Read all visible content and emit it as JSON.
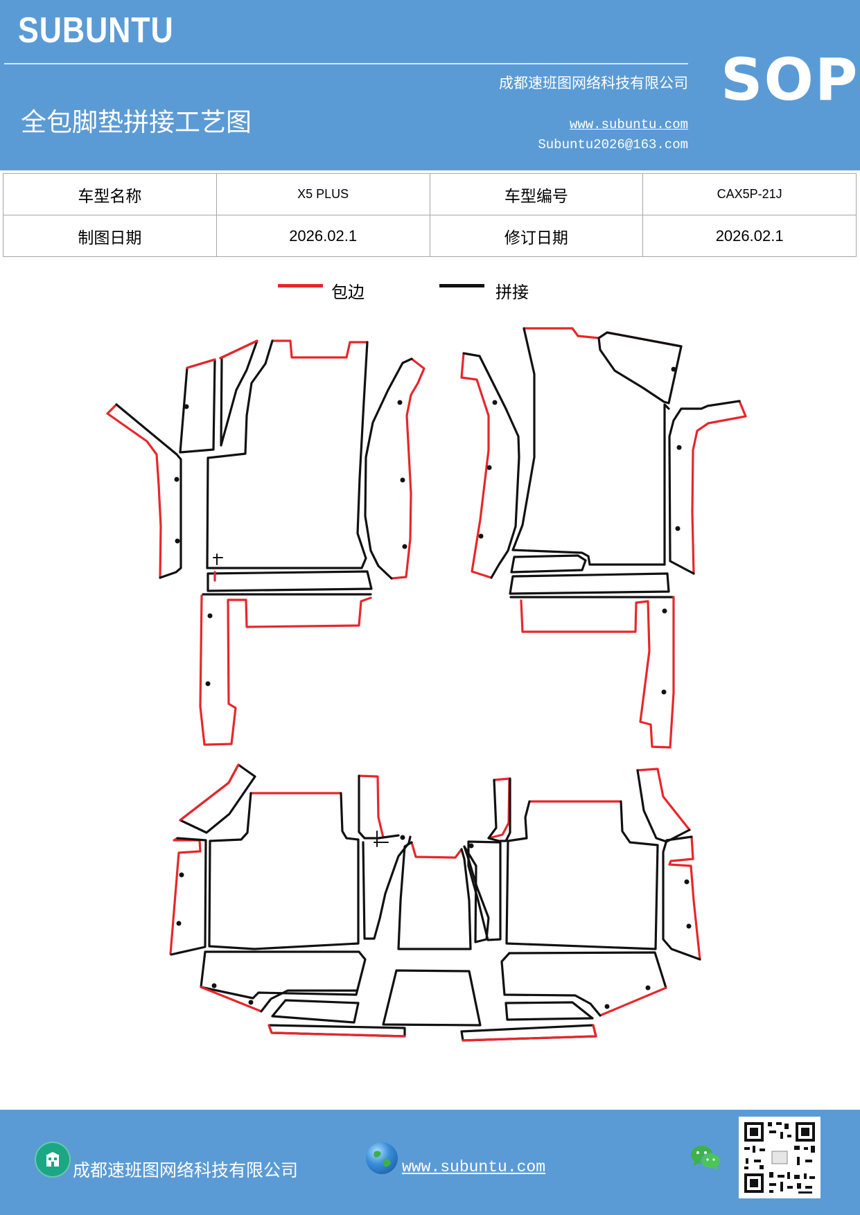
{
  "header": {
    "brand": "SUBUNTU",
    "badge": "SOP",
    "company": "成都速班图网络科技有限公司",
    "website": "www.subuntu.com",
    "email": "Subuntu2026@163.com",
    "title": "全包脚垫拼接工艺图"
  },
  "info": {
    "model_name_label": "车型名称",
    "model_name": "X5 PLUS",
    "model_code_label": "车型编号",
    "model_code": "CAX5P-21J",
    "draw_date_label": "制图日期",
    "draw_date": "2026.02.1",
    "revise_date_label": "修订日期",
    "revise_date": "2026.02.1"
  },
  "legend": {
    "edge_label": "包边",
    "edge_color": "#e8262b",
    "join_label": "拼接",
    "join_color": "#111111"
  },
  "footer": {
    "company": "成都速班图网络科技有限公司",
    "website": "www.subuntu.com ",
    "icons": [
      "building-icon",
      "globe-icon",
      "wechat-icon",
      "qr-code"
    ]
  }
}
